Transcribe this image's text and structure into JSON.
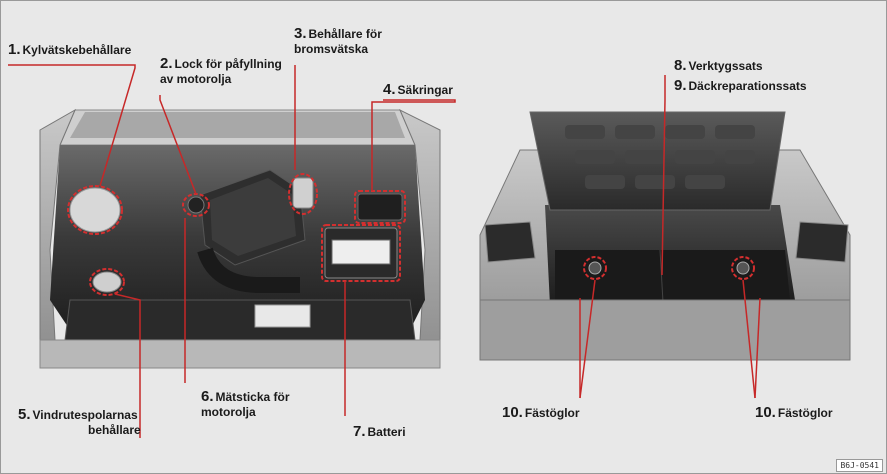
{
  "labels": {
    "l1": {
      "num": "1.",
      "text": "Kylvätskebehållare"
    },
    "l2": {
      "num": "2.",
      "line1": "Lock för påfyllning",
      "line2": "av motorolja"
    },
    "l3": {
      "num": "3.",
      "line1": "Behållare för",
      "line2": "bromsvätska"
    },
    "l4": {
      "num": "4.",
      "text": "Säkringar"
    },
    "l5": {
      "num": "5.",
      "line1": "Vindrutespolarnas",
      "line2": "behållare"
    },
    "l6": {
      "num": "6.",
      "line1": "Mätsticka för",
      "line2": "motorolja"
    },
    "l7": {
      "num": "7.",
      "text": "Batteri"
    },
    "l8": {
      "num": "8.",
      "text": "Verktygssats"
    },
    "l9": {
      "num": "9.",
      "text": "Däckreparationssats"
    },
    "l10a": {
      "num": "10.",
      "text": "Fästöglor"
    },
    "l10b": {
      "num": "10.",
      "text": "Fästöglor"
    }
  },
  "figure_code": "B6J-0541",
  "colors": {
    "background": "#e8e8e8",
    "highlight": "#d32f2f",
    "leader": "#c62828"
  }
}
